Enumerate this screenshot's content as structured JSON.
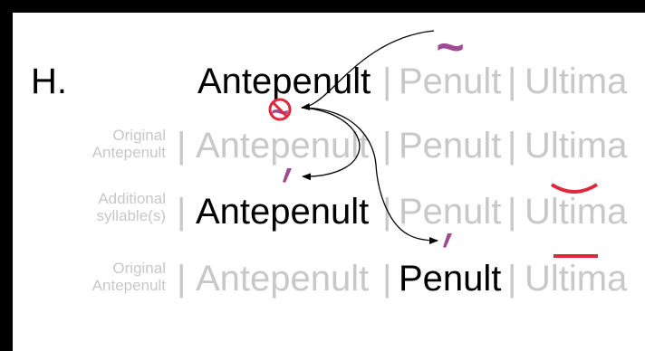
{
  "label": "H.",
  "separator": "|",
  "syllables": {
    "antepenult": "Antepenult",
    "penult": "Penult",
    "ultima": "Ultima"
  },
  "row_labels": {
    "original": [
      "Original",
      "Antepenult"
    ],
    "additional": [
      "Additional",
      "syllable(s)"
    ]
  },
  "marks": {
    "circumflex": "~",
    "acute": "ˊ"
  },
  "colors": {
    "active_text": "#000000",
    "faded_text": "#c8c8c8",
    "accent_purple": "#a04a94",
    "accent_red": "#e0283c",
    "frame": "#000000"
  }
}
